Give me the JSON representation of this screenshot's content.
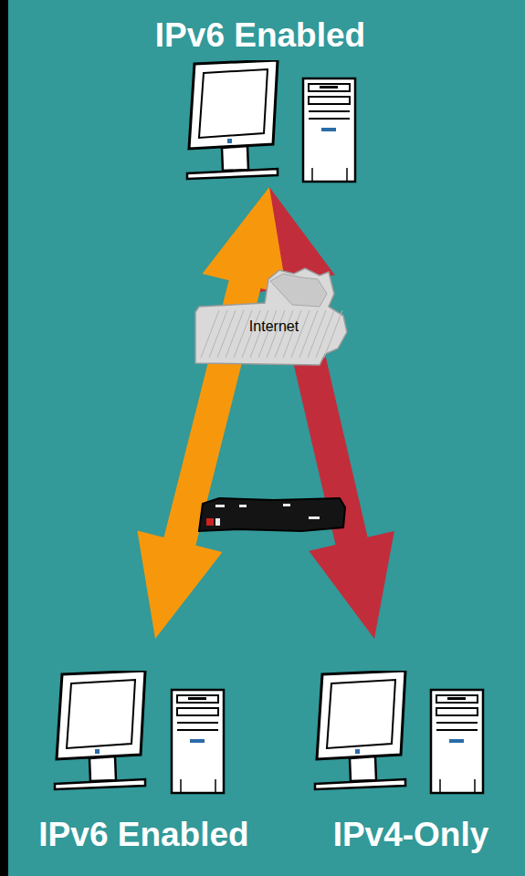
{
  "diagram": {
    "nodes": [
      {
        "text": [
          "IPv6 Enabled"
        ]
      },
      {
        "text": [
          "Internet"
        ]
      },
      {
        "text": [
          "IPv6 Enabled"
        ]
      },
      {
        "text": [
          "IPv4-Only"
        ]
      }
    ],
    "edges": [
      {
        "from": 0,
        "to": 2,
        "arrow": "both"
      },
      {
        "from": 0,
        "to": 3,
        "arrow": "both"
      }
    ]
  }
}
